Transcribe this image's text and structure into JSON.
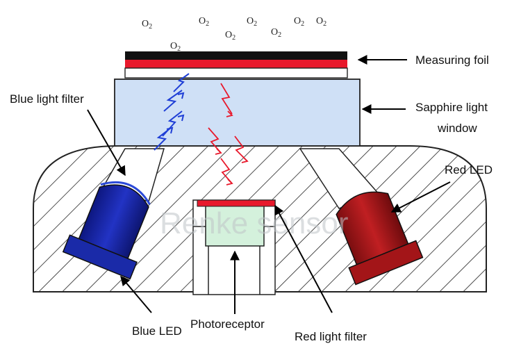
{
  "colors": {
    "blue_led": "#1a2aa8",
    "red_led": "#a31518",
    "foil_black": "#111111",
    "foil_red": "#e8192c",
    "sapphire": "#cfe0f6",
    "photoreceptor": "#d4f1dc",
    "blue_ray": "#1f3fd6",
    "red_ray": "#e8192c"
  },
  "molecules": [
    "O2",
    "O2",
    "O2",
    "O2",
    "O2",
    "O2",
    "O2",
    "O2"
  ],
  "labels": {
    "measuring_foil": "Measuring foil",
    "sapphire_line1": "Sapphire light",
    "sapphire_line2": "window",
    "blue_light_filter": "Blue light filter",
    "red_led": "Red LED",
    "blue_led": "Blue LED",
    "photoreceptor": "Photoreceptor",
    "red_light_filter": "Red light filter"
  },
  "watermark": "Renke sensor"
}
